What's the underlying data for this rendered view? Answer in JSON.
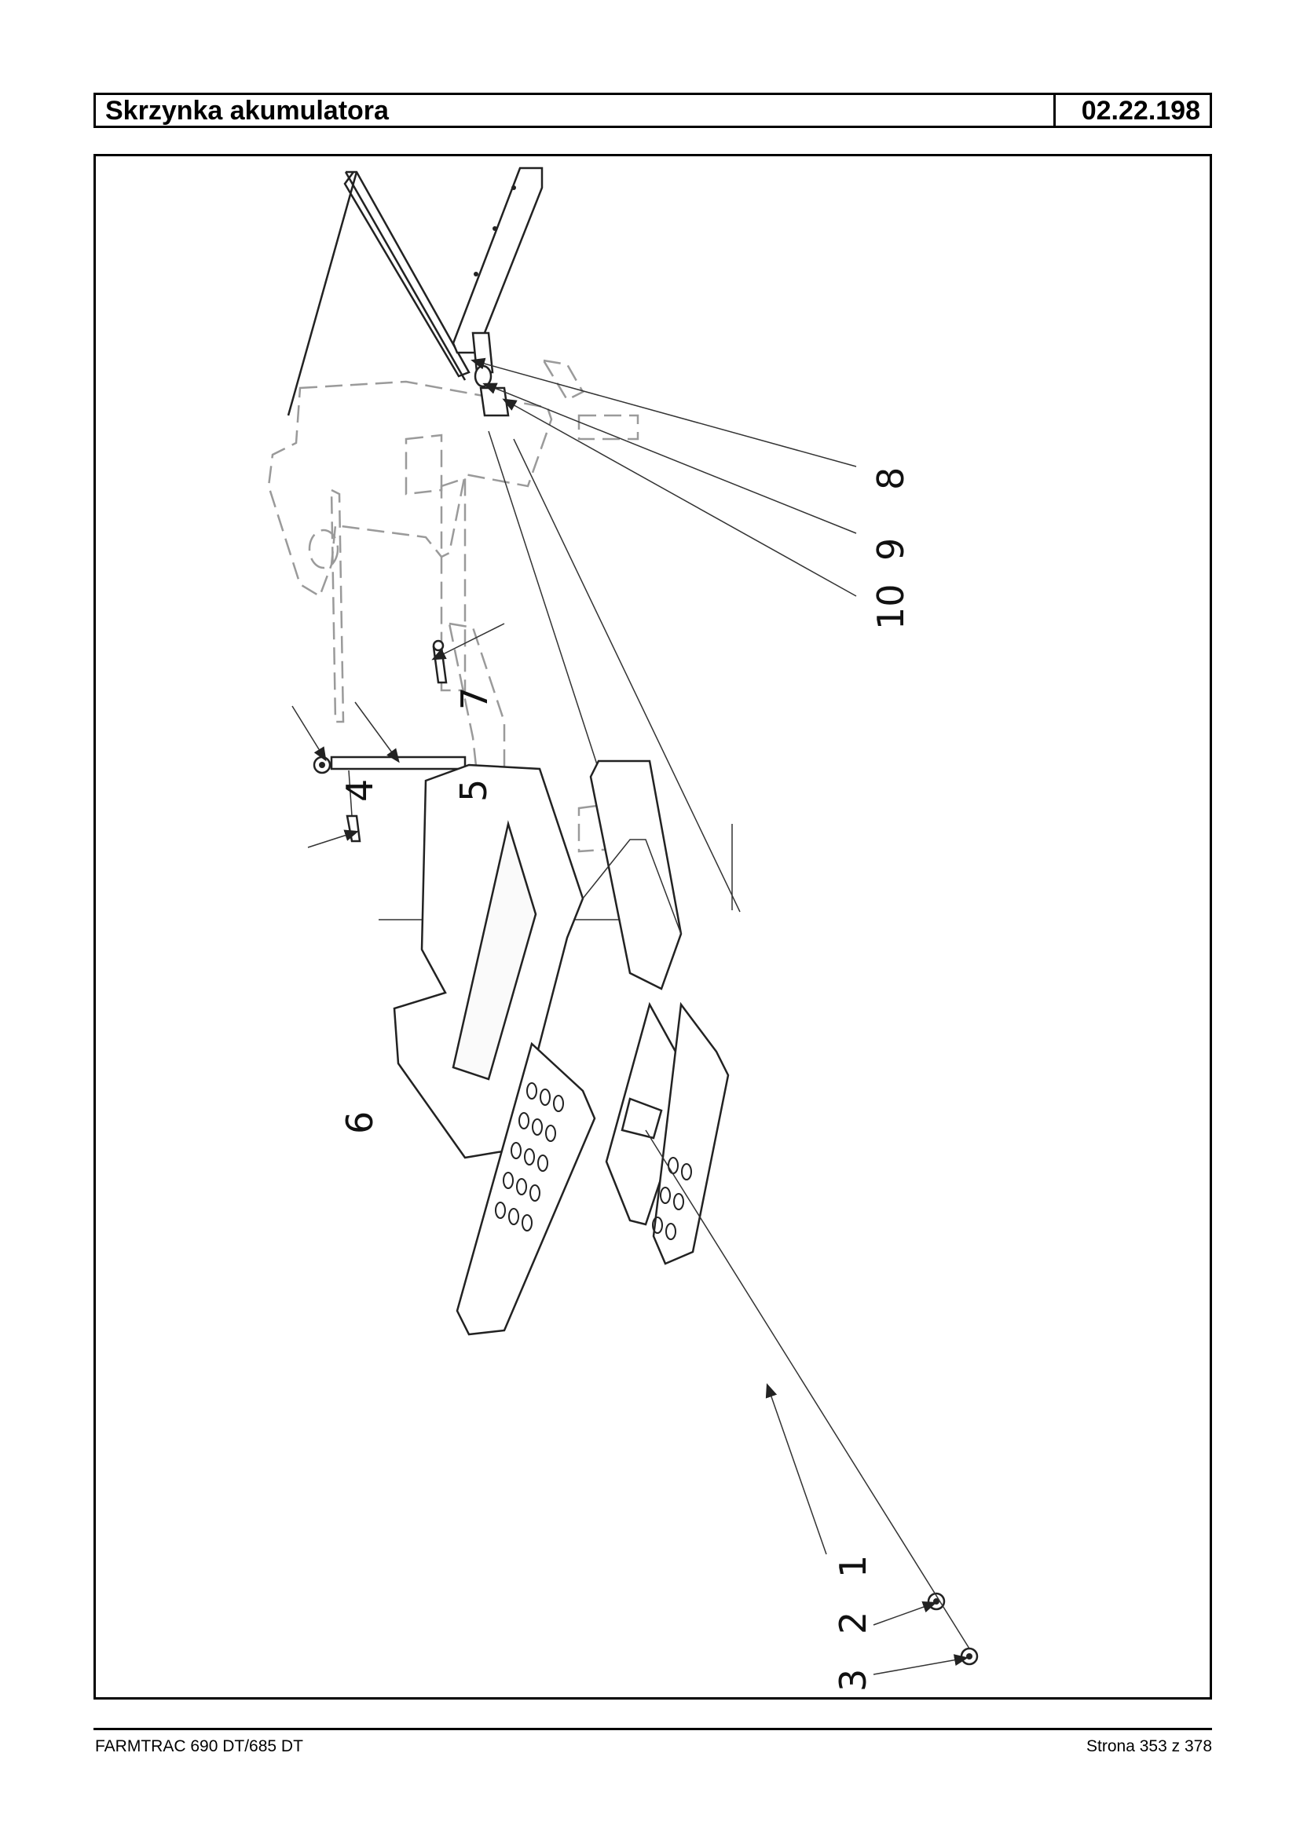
{
  "header": {
    "title": "Skrzynka akumulatora",
    "code": "02.22.198"
  },
  "diagram": {
    "callouts": [
      "1",
      "2",
      "3",
      "4",
      "5",
      "6",
      "7",
      "8",
      "9",
      "10"
    ]
  },
  "footer": {
    "model": "FARMTRAC 690 DT/685 DT",
    "page": "Strona 353 z 378"
  }
}
